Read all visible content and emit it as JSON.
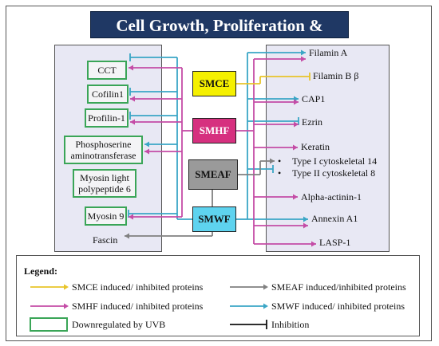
{
  "title": "Cell Growth, Proliferation & Migration",
  "colors": {
    "title_bg": "#1f3864",
    "smce": "#e8c42a",
    "smhf": "#c44ca6",
    "smeaf": "#808080",
    "smwf": "#3aa6c6",
    "downregulated_border": "#3aa557",
    "panel_bg": "#e8e8f4"
  },
  "hubs": {
    "smce": "SMCE",
    "smhf": "SMHF",
    "smeaf": "SMEAF",
    "smwf": "SMWF"
  },
  "left_proteins": {
    "cct": "CCT",
    "cofilin1": "Cofilin1",
    "profilin1": "Profilin-1",
    "psat_line1": "Phosphoserine",
    "psat_line2": "aminotransferase",
    "myl6_line1": "Myosin light",
    "myl6_line2": "polypeptide 6",
    "myosin9": "Myosin 9",
    "fascin": "Fascin"
  },
  "right_proteins": {
    "filamin_a": "Filamin A",
    "filamin_b": "Filamin B β",
    "cap1": "CAP1",
    "ezrin": "Ezrin",
    "keratin": "Keratin",
    "type1": "Type I cytoskeletal 14",
    "type2": "Type II cytoskeletal 8",
    "alpha_actinin": "Alpha-actinin-1",
    "annexin": "Annexin A1",
    "lasp": "LASP-1",
    "bullet": "•"
  },
  "legend": {
    "heading": "Legend:",
    "smce": "SMCE induced/ inhibited proteins",
    "smhf": "SMHF induced/ inhibited proteins",
    "downregulated": "Downregulated by UVB",
    "smeaf": "SMEAF induced/inhibited proteins",
    "smwf": "SMWF induced/ inhibited proteins",
    "inhibition": "Inhibition"
  }
}
